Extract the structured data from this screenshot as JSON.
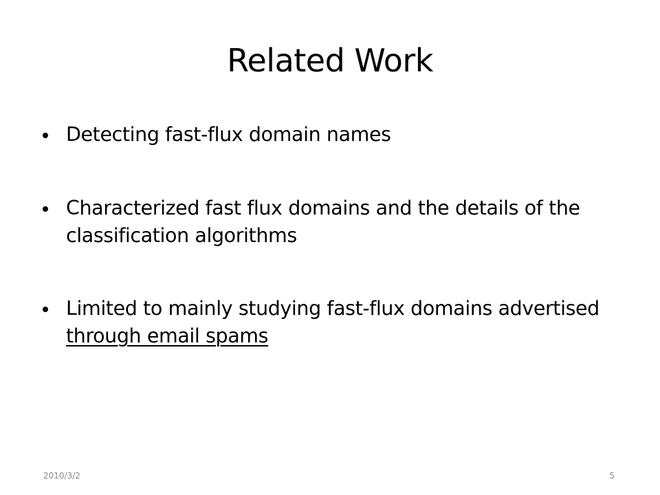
{
  "slide": {
    "title": "Related Work",
    "bullets": [
      {
        "text": "Detecting fast-flux domain names"
      },
      {
        "text": "Characterized fast flux domains and the details of the classification algorithms"
      },
      {
        "text_before": "Limited to mainly studying fast-flux domains advertised ",
        "text_underlined": "through email spams"
      }
    ],
    "footer": {
      "date": "2010/3/2",
      "page_number": "5"
    }
  },
  "colors": {
    "background": "#ffffff",
    "text": "#000000",
    "footer_text": "#8b8b8b"
  }
}
